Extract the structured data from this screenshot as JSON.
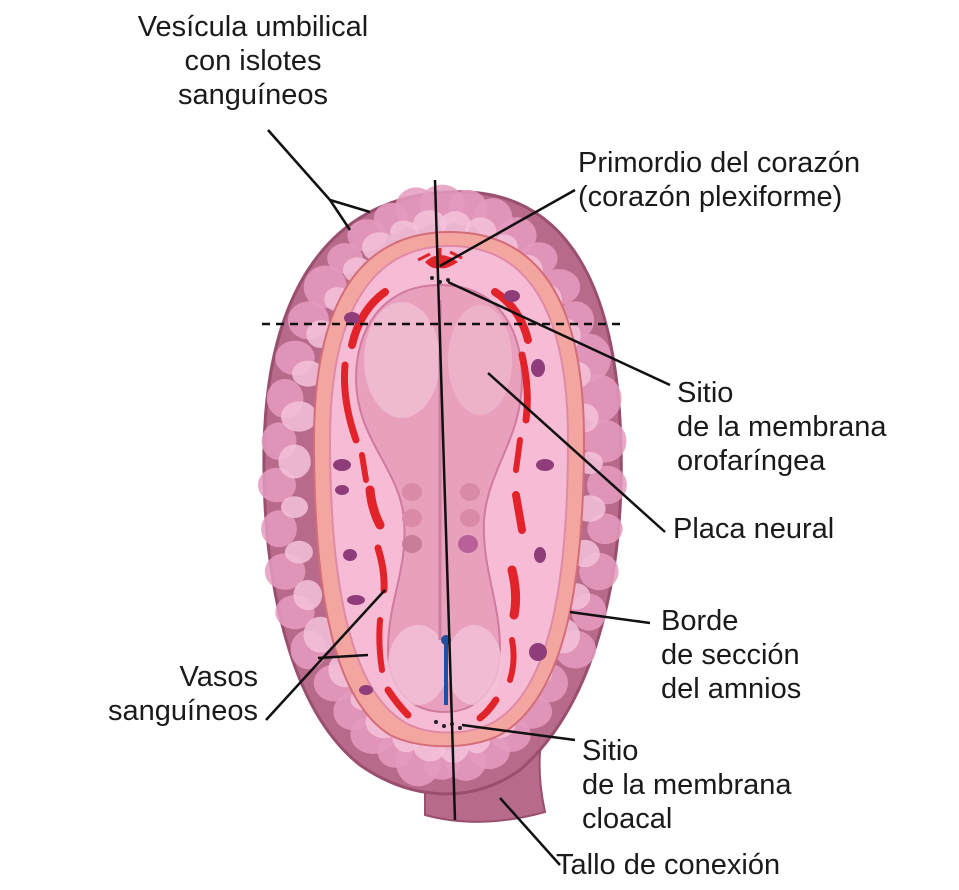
{
  "colors": {
    "chorion_outer": "#b86a8a",
    "chorion_dark": "#9a4f6f",
    "villi": "#e59bc0",
    "villi_light": "#f4c2da",
    "amnion_band": "#f3a6a0",
    "amnion_edge": "#d46d78",
    "cavity": "#f6bcd6",
    "embryo": "#e8a0bd",
    "embryo_light": "#f2c3d8",
    "vessel_red": "#e2232a",
    "vessel_purple": "#8e3c7a",
    "line": "#111111",
    "notochord_blue": "#1f4fa0"
  },
  "labels": {
    "yolk_sac": [
      "Vesícula umbilical",
      "con islotes",
      "sanguíneos"
    ],
    "heart": [
      "Primordio del corazón",
      "(corazón plexiforme)"
    ],
    "oropharyngeal": [
      "Sitio",
      "de la membrana",
      "orofaríngea"
    ],
    "neural_plate": [
      "Placa neural"
    ],
    "amnion_border": [
      "Borde",
      "de sección",
      "del amnios"
    ],
    "blood_vessels": [
      "Vasos",
      "sanguíneos"
    ],
    "cloacal": [
      "Sitio",
      "de la membrana",
      "cloacal"
    ],
    "stalk": [
      "Tallo de conexión"
    ]
  }
}
